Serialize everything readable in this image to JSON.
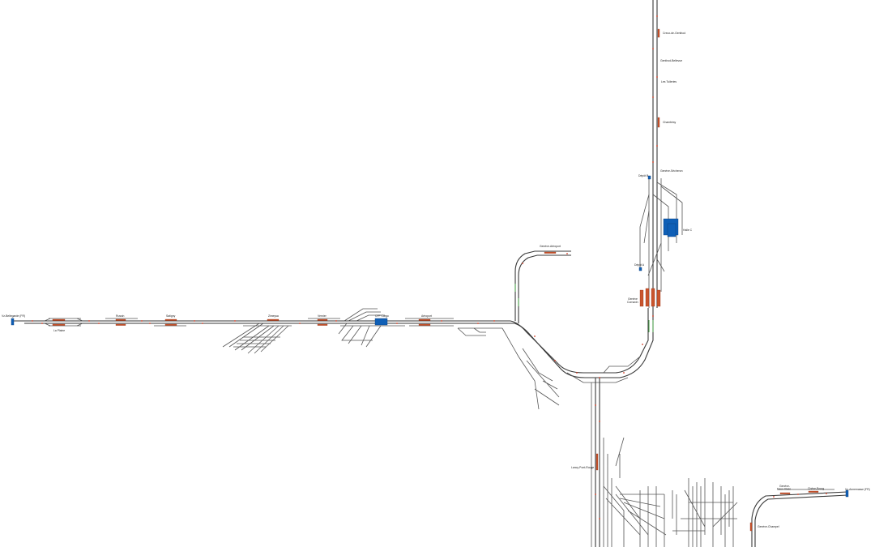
{
  "diagram": {
    "stations": {
      "la_bellegarde": "Vz-Bellegarde (FR)",
      "la_plaine": "La Plaine",
      "russin": "Russin",
      "satigny": "Satigny",
      "meyrin_zimeysa": "Zimeysa",
      "vernier": "Vernier",
      "cff_cargo": "CFF Cargo",
      "aeroport": "Aéroport",
      "geneve_aeroport": "Genève-Aéroport",
      "cornavin": "Genève\nCornavin",
      "lancy_pont_rouge": "Lancy-Pont-Rouge",
      "champel": "Genève-Champel",
      "eaux_vives": "Genève-\nEaux-Vives",
      "chene_bourg": "Chêne-Bourg",
      "annemasse": "Vz-Annemasse (FR)",
      "secheron": "Genève-Sécheron",
      "depot_b": "Dépôt B",
      "depot_a": "Dépôt A",
      "voie_c": "Halle C",
      "chambesy": "Chambésy",
      "les_tuileries": "Les Tuileries",
      "genthod_bellevue": "Genthod-Bellevue",
      "creux_de_genthod": "Creux-de-Genthod"
    },
    "colors": {
      "track": "#3a3a3a",
      "platform": "#c9552d",
      "signal": "#d23a22",
      "depot": "#0f5fb6",
      "switch_green": "#49a64a"
    }
  }
}
